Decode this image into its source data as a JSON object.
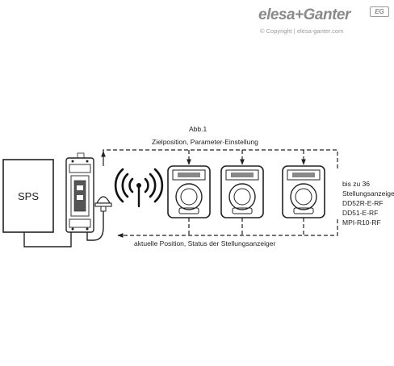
{
  "brand": {
    "name": "elesa+Ganter",
    "badge": "EG",
    "copyright": "© Copyright | elesa-ganter.com"
  },
  "figure": {
    "label": "Abb.1",
    "top_arrow_label": "Zielposition, Parameter-Einstellung",
    "bottom_arrow_label": "aktuelle Position, Status der Stellungsanzeiger",
    "plc_label": "SPS",
    "device_note": [
      "bis zu 36",
      "Stellungsanzeiger",
      "DD52R-E-RF",
      "DD51-E-RF",
      "MPI-R10-RF"
    ]
  }
}
